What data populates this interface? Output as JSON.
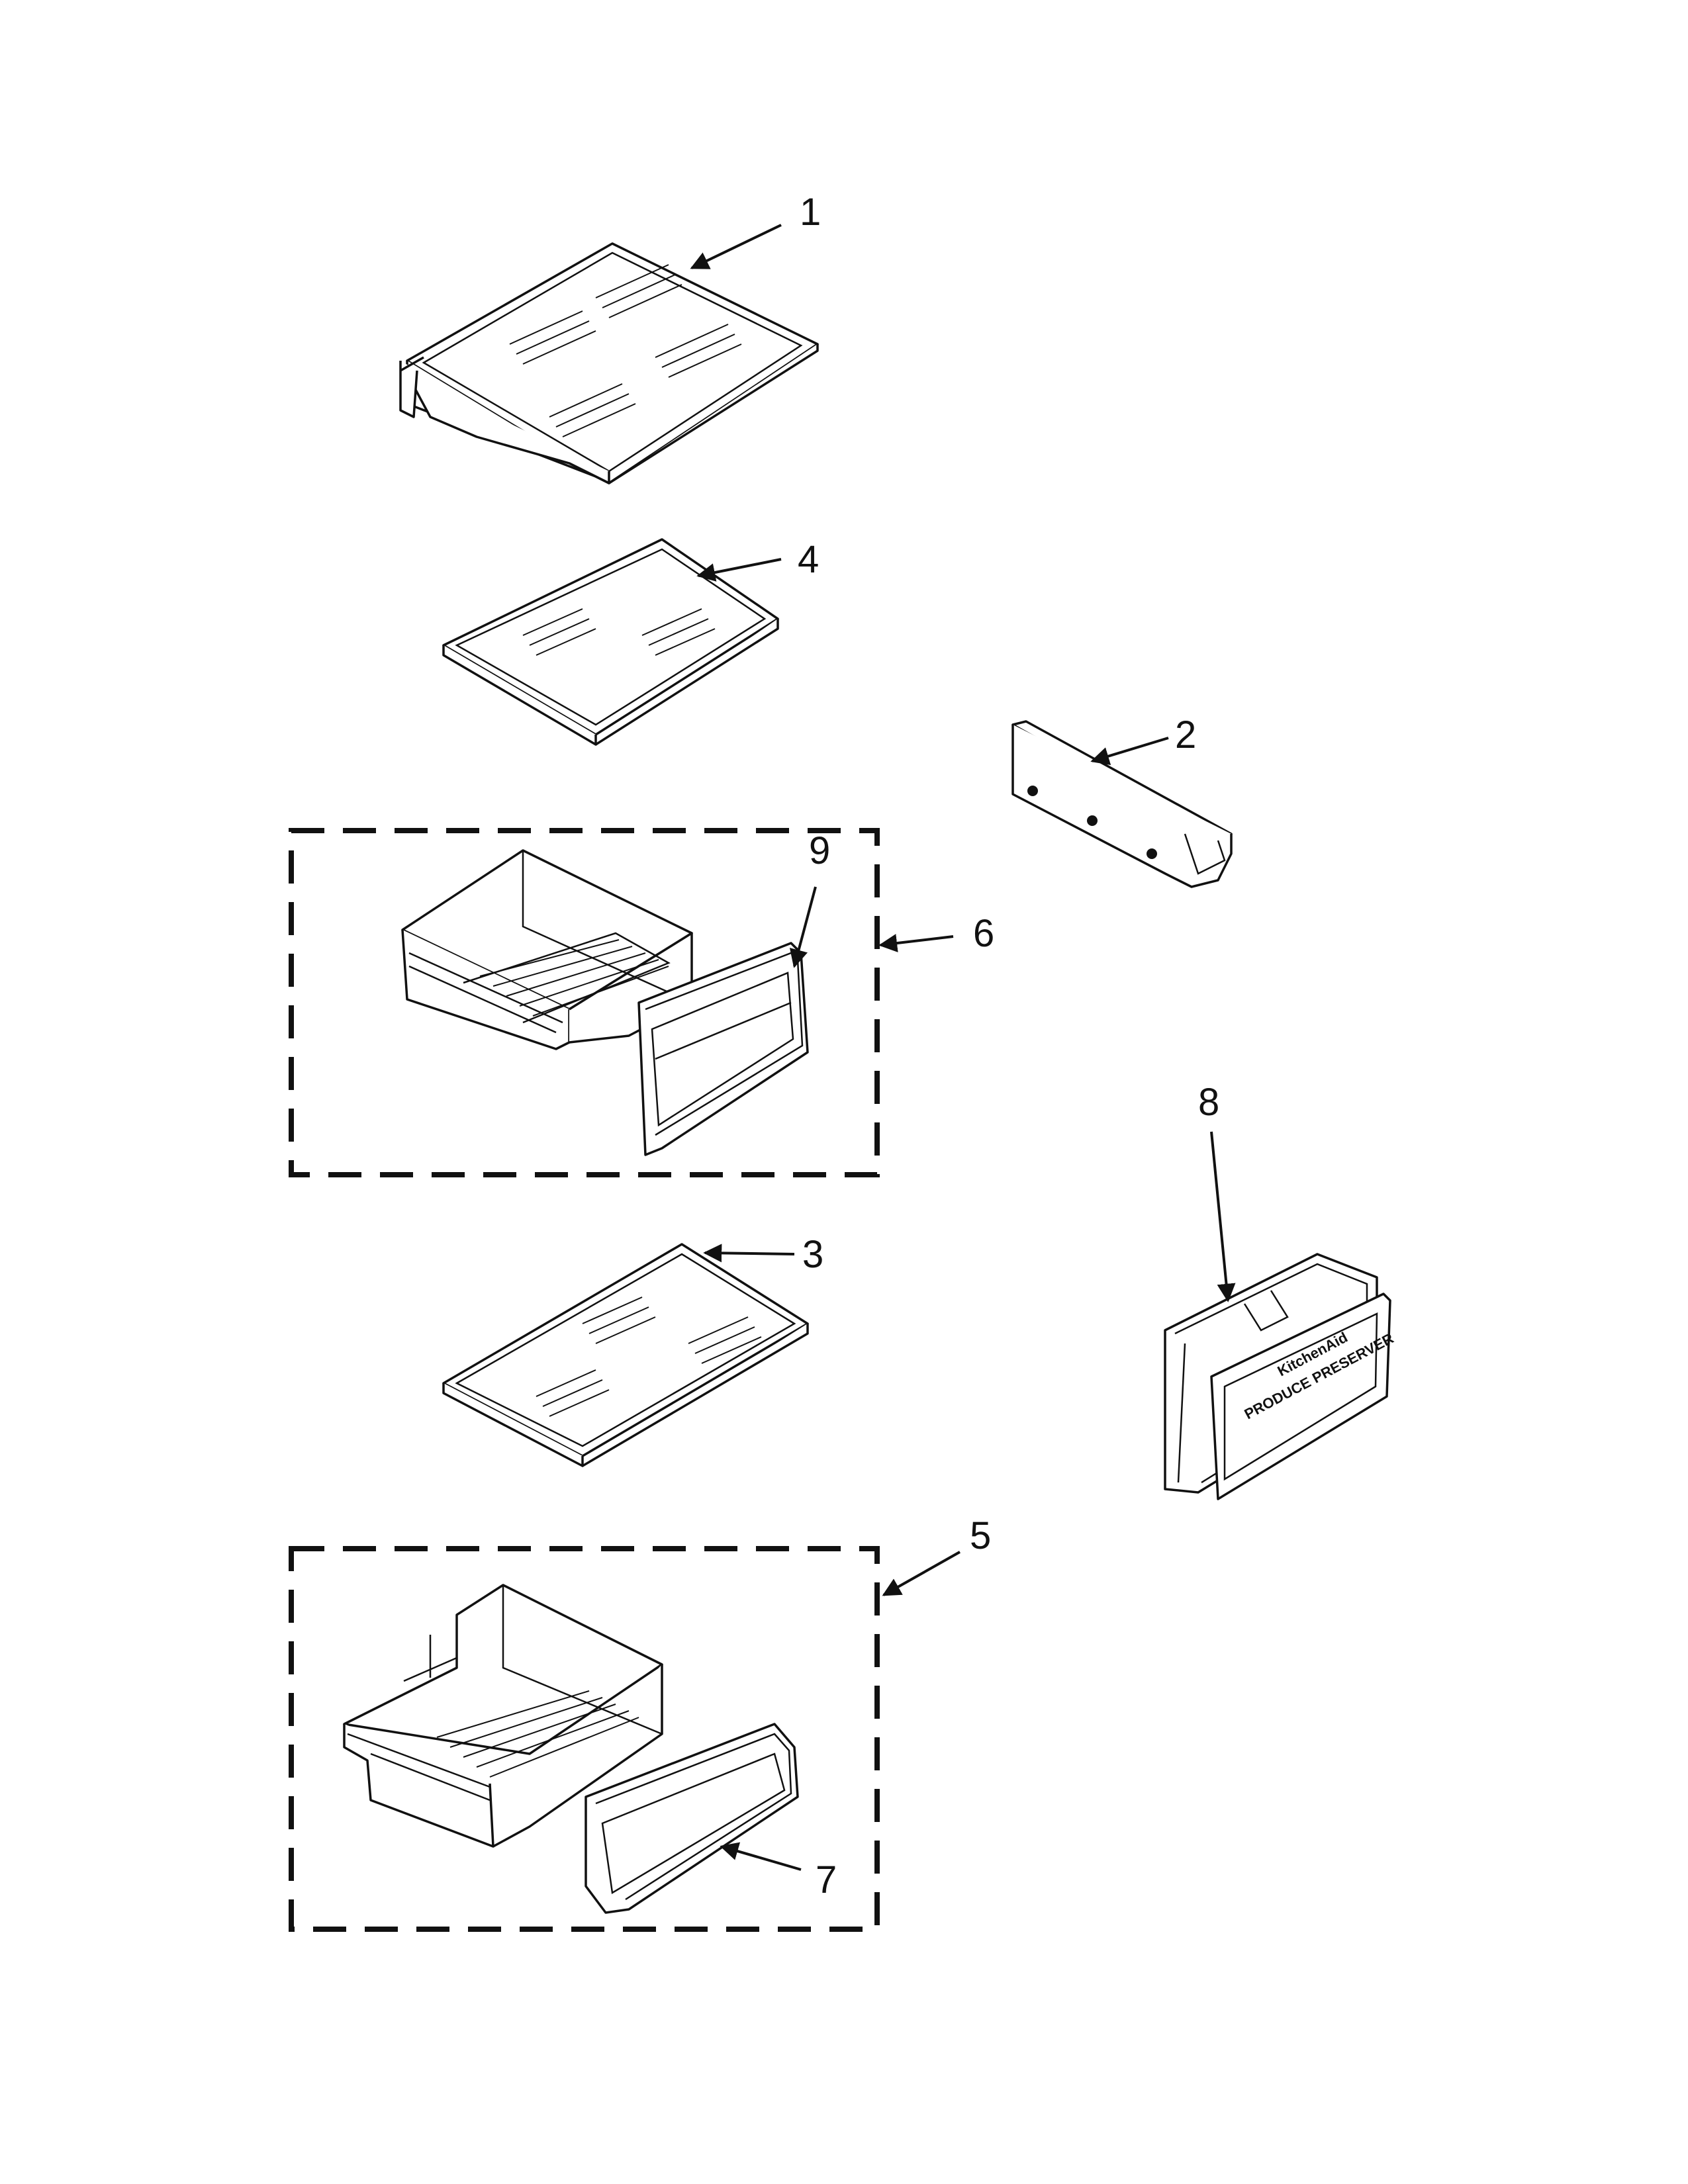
{
  "callouts": {
    "c1": "1",
    "c2": "2",
    "c3": "3",
    "c4": "4",
    "c5": "5",
    "c6": "6",
    "c7": "7",
    "c8": "8",
    "c9": "9"
  },
  "preserver": {
    "brand": "KitchenAid",
    "label": "PRODUCE PRESERVER"
  }
}
